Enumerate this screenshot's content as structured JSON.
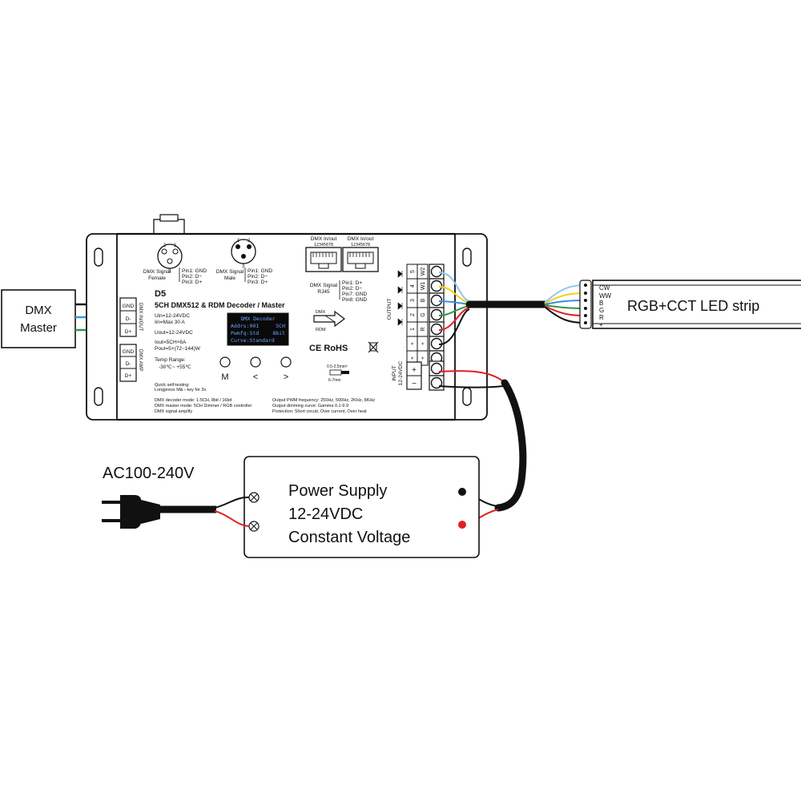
{
  "dmx_master": {
    "line1": "DMX",
    "line2": "Master"
  },
  "decoder": {
    "model": "D5",
    "title": "5CH DMX512 & RDM Decoder / Master",
    "spec_uin": "Uin=12-24VDC",
    "spec_iin": "Iin=Max 30 A",
    "spec_uout": "Uout=12-24VDC",
    "spec_iout": "Iout=5CH×6A",
    "spec_pout": "Pout=5×(72~144)W",
    "temp_label": "Temp Range:",
    "temp_value": "-30℃~ +55℃",
    "quick_line1": "Quick self-testing:",
    "quick_line2": "Longpress M& › key for 3s",
    "mode_decoder": "DMX decoder mode: 1-5CH, 8bit / 16bit",
    "mode_master": "DMX master mode: 5CH Dimmer / RGB controller",
    "mode_amplify": "DMX signal amplify",
    "pwm_freq": "Output PWM frequency: 250Hz, 500Hz, 2KHz, 8KHz",
    "dimming_curve": "Output dimming curve: Gamma 0.1-9.9",
    "protection": "Protection: Short circuit, Over current, Over heat",
    "xlr_female": {
      "label1": "DMX Signal",
      "label2": "Female",
      "pin1": "Pin1: GND",
      "pin2": "Pin2: D−",
      "pin3": "Pin3: D+"
    },
    "xlr_male": {
      "label1": "DMX Signal",
      "label2": "Male",
      "pin1": "Pin1: GND",
      "pin2": "Pin2: D−",
      "pin3": "Pin3: D+"
    },
    "rj45_left_label": "DMX In/out",
    "rj45_left_pins": "12345678",
    "rj45_right_label": "DMX In/out",
    "rj45_right_pins": "12345678",
    "rj45_signal1": "DMX Signal",
    "rj45_signal2": "RJ45",
    "rj45_pin1": "Pin1: D+",
    "rj45_pin2": "Pin2: D−",
    "rj45_pin7": "Pin7: GND",
    "rj45_pin8": "Pin8: GND",
    "screen": {
      "line1": "DMX Decoder",
      "line2a": "Addrs:001",
      "line2b": "5CH",
      "line3a": "Pwmfq:Std",
      "line3b": "8bit",
      "line4": "Curve:Standard"
    },
    "arrow_top": "DMX",
    "arrow_bottom": "RDM",
    "ce_rohs": "CE RoHS",
    "buttons": [
      "M",
      "<",
      ">"
    ],
    "dmx_inout_label": "DMX IN/OUT",
    "dmx_amp_label": "DMX AMP",
    "left_terminals": [
      "GND",
      "D-",
      "D+"
    ],
    "amp_terminals": [
      "GND",
      "D-",
      "D+"
    ],
    "wire_spec": "0.5-2.5mm²",
    "strip_length": "6-7mm",
    "output_label": "OUTPUT",
    "input_label1": "INPUT",
    "input_label2": "12-24VDC",
    "output_left": [
      "5",
      "4",
      "3",
      "2",
      "1",
      "+",
      "+"
    ],
    "output_right": [
      "W2",
      "W1",
      "B",
      "G",
      "R",
      "+",
      "+"
    ],
    "input_terminals": [
      "+",
      "−"
    ]
  },
  "led_strip": {
    "label": "RGB+CCT LED strip",
    "pins": [
      "CW",
      "WW",
      "B",
      "G",
      "R",
      "+"
    ]
  },
  "power": {
    "ac_label": "AC100-240V",
    "line1": "Power Supply",
    "line2": "12-24VDC",
    "line3": "Constant Voltage"
  }
}
